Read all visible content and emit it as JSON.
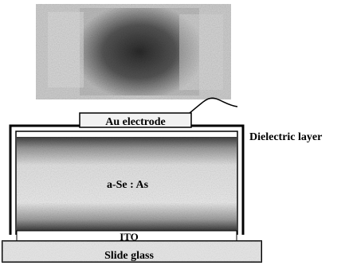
{
  "labels": {
    "electrode": "Au electrode",
    "dielectric": "Dielectric layer",
    "semiconductor": "a-Se : As",
    "ito": "ITO",
    "substrate": "Slide glass"
  },
  "photo": {
    "description_icon": "sample-photo"
  },
  "colors": {
    "outline": "#000000",
    "photo_dark": "#3a3a3a",
    "photo_light": "#c9c9c9",
    "semiconductor_fill": "#d9d9d9",
    "glass_fill": "#eeeeee"
  }
}
